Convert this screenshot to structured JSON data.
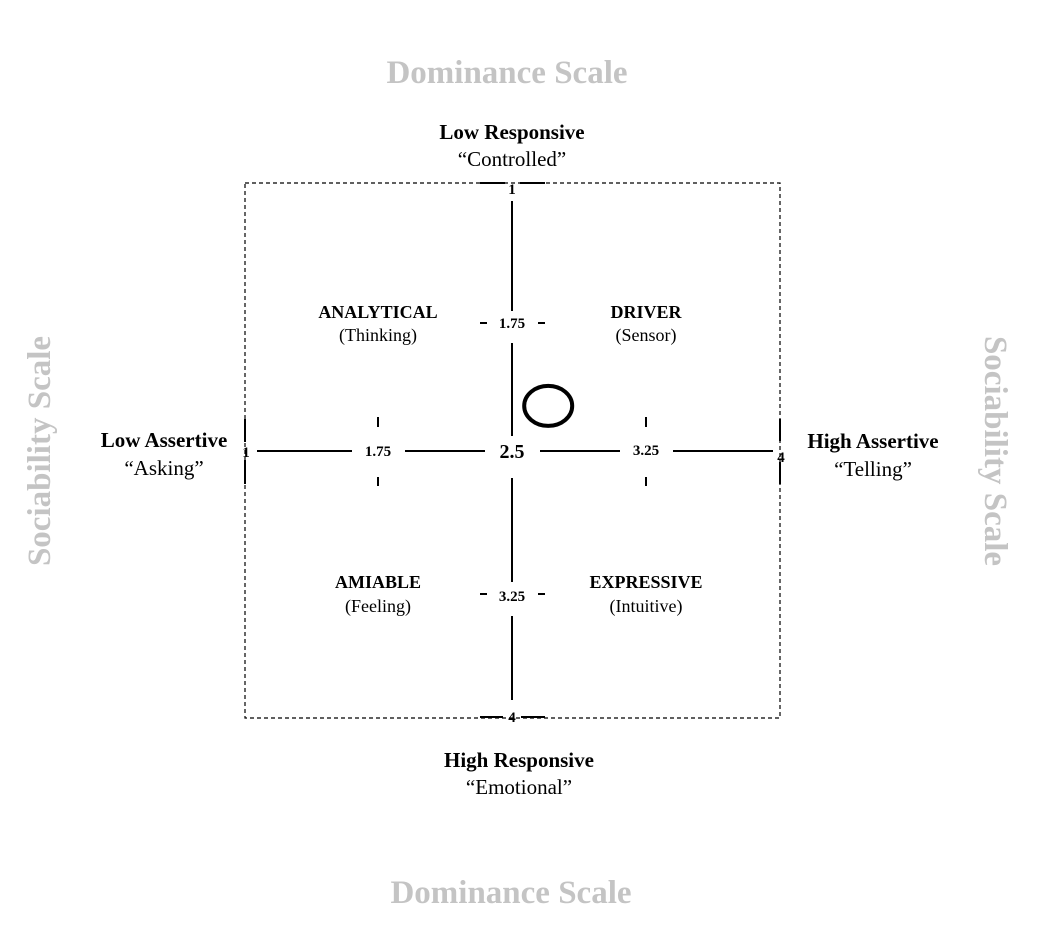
{
  "scales": {
    "top": "Dominance Scale",
    "bottom": "Dominance Scale",
    "left": "Sociability Scale",
    "right": "Sociability Scale"
  },
  "poles": {
    "top": {
      "title": "Low Responsive",
      "subtitle": "“Controlled”"
    },
    "bottom": {
      "title": "High Responsive",
      "subtitle": "“Emotional”"
    },
    "left": {
      "title": "Low Assertive",
      "subtitle": "“Asking”"
    },
    "right": {
      "title": "High Assertive",
      "subtitle": "“Telling”"
    }
  },
  "quadrants": {
    "top_left": {
      "title": "ANALYTICAL",
      "subtitle": "(Thinking)"
    },
    "top_right": {
      "title": "DRIVER",
      "subtitle": "(Sensor)"
    },
    "bottom_left": {
      "title": "AMIABLE",
      "subtitle": "(Feeling)"
    },
    "bottom_right": {
      "title": "EXPRESSIVE",
      "subtitle": "(Intuitive)"
    }
  },
  "ticks": {
    "v_top": "1",
    "v_q1": "1.75",
    "center": "2.5",
    "v_q3": "3.25",
    "v_bottom": "4",
    "h_left": "1",
    "h_q1": "1.75",
    "h_q3": "3.25",
    "h_right": "4"
  },
  "marker": {
    "assertive": 2.7,
    "responsive": 2.25
  }
}
